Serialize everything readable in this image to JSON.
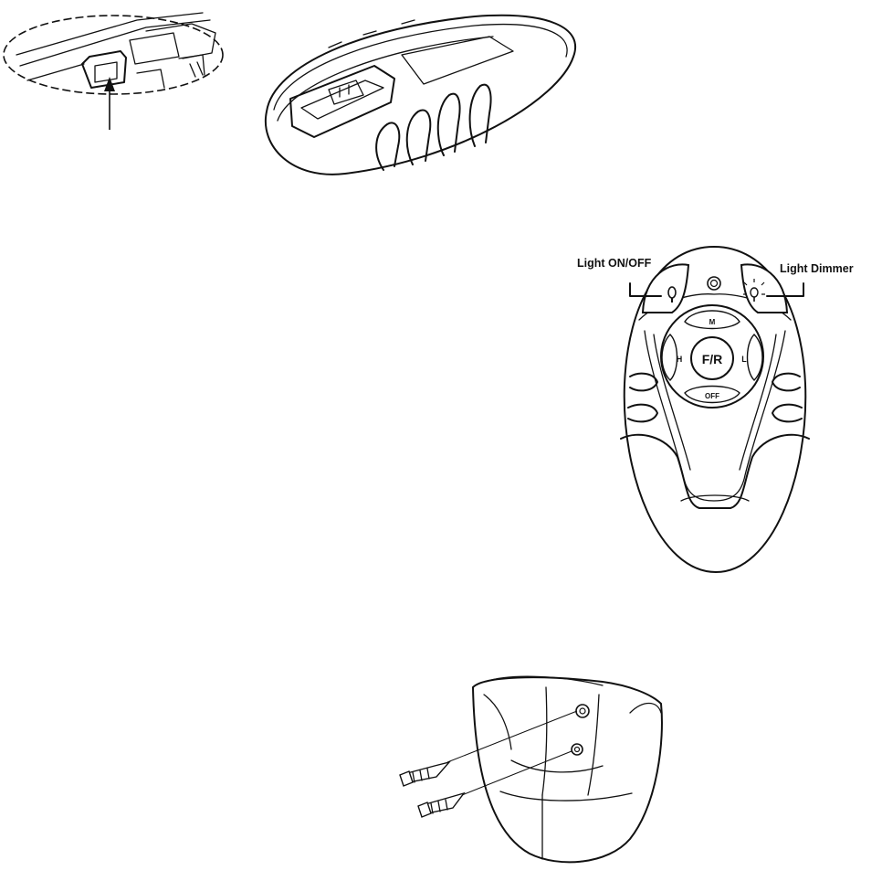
{
  "remote_labels": {
    "light_on_off": "Light ON/OFF",
    "light_dimmer": "Light Dimmer"
  },
  "remote_keys": {
    "m": "M",
    "h": "H",
    "f_r": "F/R",
    "l": "L",
    "off": "OFF"
  },
  "colors": {
    "line": "#111111",
    "background": "#ffffff"
  }
}
